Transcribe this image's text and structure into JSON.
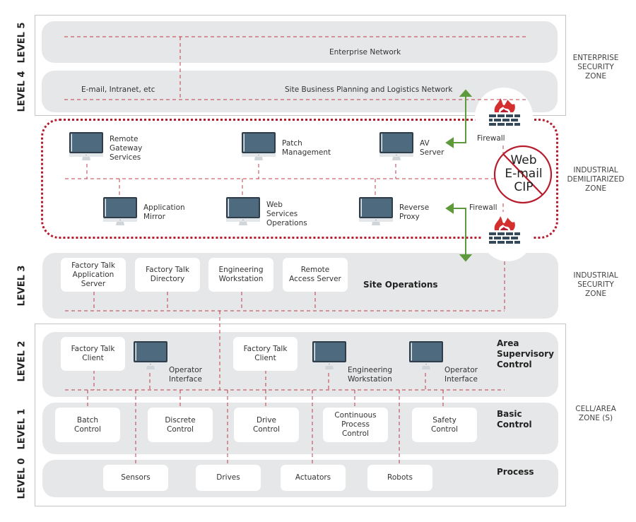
{
  "levels": {
    "l5": "LEVEL 5",
    "l4": "LEVEL 4",
    "l3": "LEVEL 3",
    "l2": "LEVEL 2",
    "l1": "LEVEL 1",
    "l0": "LEVEL 0"
  },
  "zones": {
    "enterprise": "ENTERPRISE\nSECURITY\nZONE",
    "dmz": "INDUSTRIAL\nDEMILITARIZED\nZONE",
    "industrial": "INDUSTRIAL\nSECURITY\nZONE",
    "cell": "CELL/AREA\nZONE (S)"
  },
  "enterprise": {
    "network": "Enterprise Network",
    "email": "E-mail, Intranet, etc",
    "site_business": "Site Business Planning and Logistics Network"
  },
  "dmz": {
    "remote_gateway": "Remote\nGateway\nServices",
    "patch_mgmt": "Patch\nManagement",
    "av_server": "AV\nServer",
    "app_mirror": "Application\nMirror",
    "web_services": "Web\nServices\nOperations",
    "reverse_proxy": "Reverse\nProxy",
    "firewall_top": "Firewall",
    "firewall_bottom": "Firewall",
    "blocked": [
      "Web",
      "E-mail",
      "CIP"
    ]
  },
  "level3": {
    "title": "Site Operations",
    "boxes": [
      "Factory Talk\nApplication\nServer",
      "Factory Talk\nDirectory",
      "Engineering\nWorkstation",
      "Remote\nAccess Server"
    ]
  },
  "level2": {
    "title": "Area\nSupervisory\nControl",
    "ft_client_1": "Factory Talk\nClient",
    "operator_1": "Operator\nInterface",
    "ft_client_2": "Factory Talk\nClient",
    "eng_ws": "Engineering\nWorkstation",
    "operator_2": "Operator\nInterface"
  },
  "level1": {
    "title": "Basic\nControl",
    "boxes": [
      "Batch\nControl",
      "Discrete\nControl",
      "Drive\nControl",
      "Continuous\nProcess\nControl",
      "Safety\nControl"
    ]
  },
  "level0": {
    "title": "Process",
    "boxes": [
      "Sensors",
      "Drives",
      "Actuators",
      "Robots"
    ]
  },
  "colors": {
    "band": "#e6e7e8",
    "dashed_red": "#b71c2c",
    "arrow_green": "#5e9a3c",
    "monitor_screen": "#4d6a7e",
    "firewall_brick": "#34495a",
    "flame": "#d32f2f"
  }
}
